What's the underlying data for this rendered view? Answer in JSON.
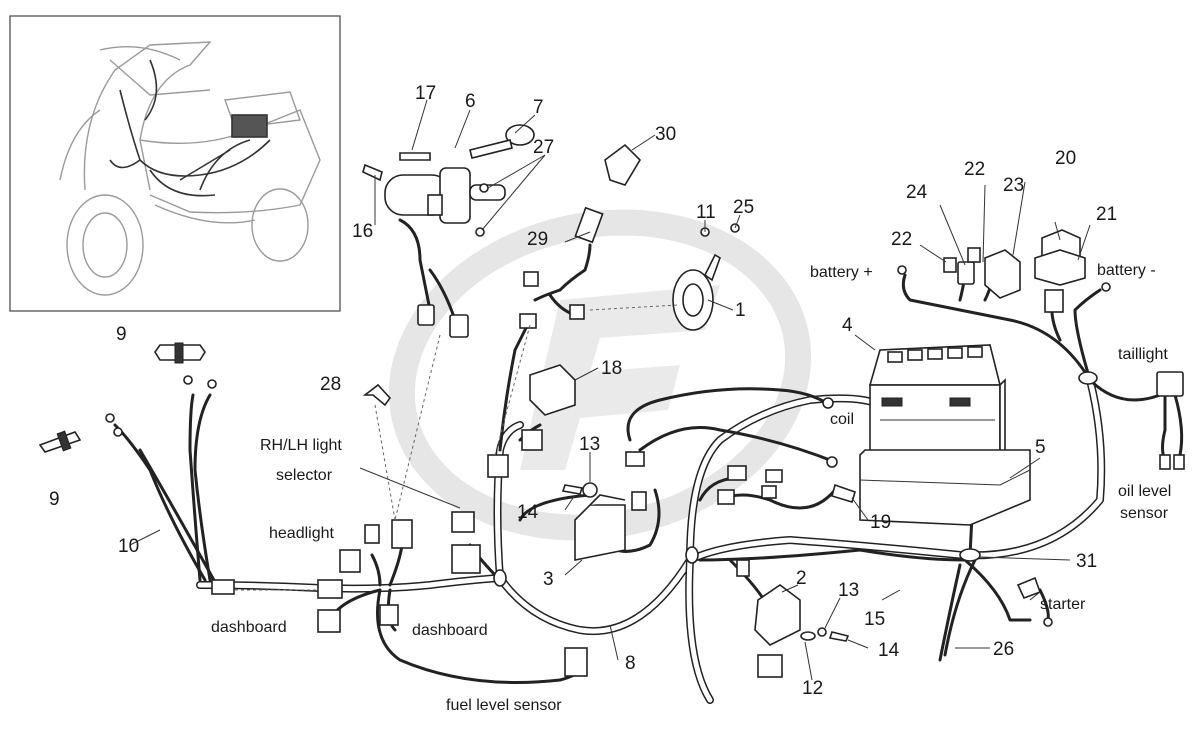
{
  "diagram": {
    "part_numbers": [
      "1",
      "2",
      "3",
      "4",
      "5",
      "6",
      "7",
      "8",
      "9",
      "9",
      "10",
      "11",
      "12",
      "13",
      "13",
      "14",
      "14",
      "15",
      "16",
      "17",
      "18",
      "19",
      "20",
      "21",
      "22",
      "22",
      "23",
      "24",
      "25",
      "26",
      "27",
      "28",
      "29",
      "30",
      "31"
    ],
    "labels": {
      "battery_plus": "battery +",
      "battery_minus": "battery -",
      "taillight": "taillight",
      "oil_level_sensor_1": "oil level",
      "oil_level_sensor_2": "sensor",
      "coil": "coil",
      "rh_lh_selector_1": "RH/LH light",
      "rh_lh_selector_2": "selector",
      "headlight": "headlight",
      "dashboard_left": "dashboard",
      "dashboard_right": "dashboard",
      "fuel_level_sensor": "fuel level sensor",
      "starter": "starter"
    },
    "colors": {
      "line": "#222222",
      "watermark": "#e2e2e2",
      "background": "#ffffff"
    },
    "icons": [
      "scooter-overview-icon",
      "watermark-logo-icon"
    ]
  }
}
